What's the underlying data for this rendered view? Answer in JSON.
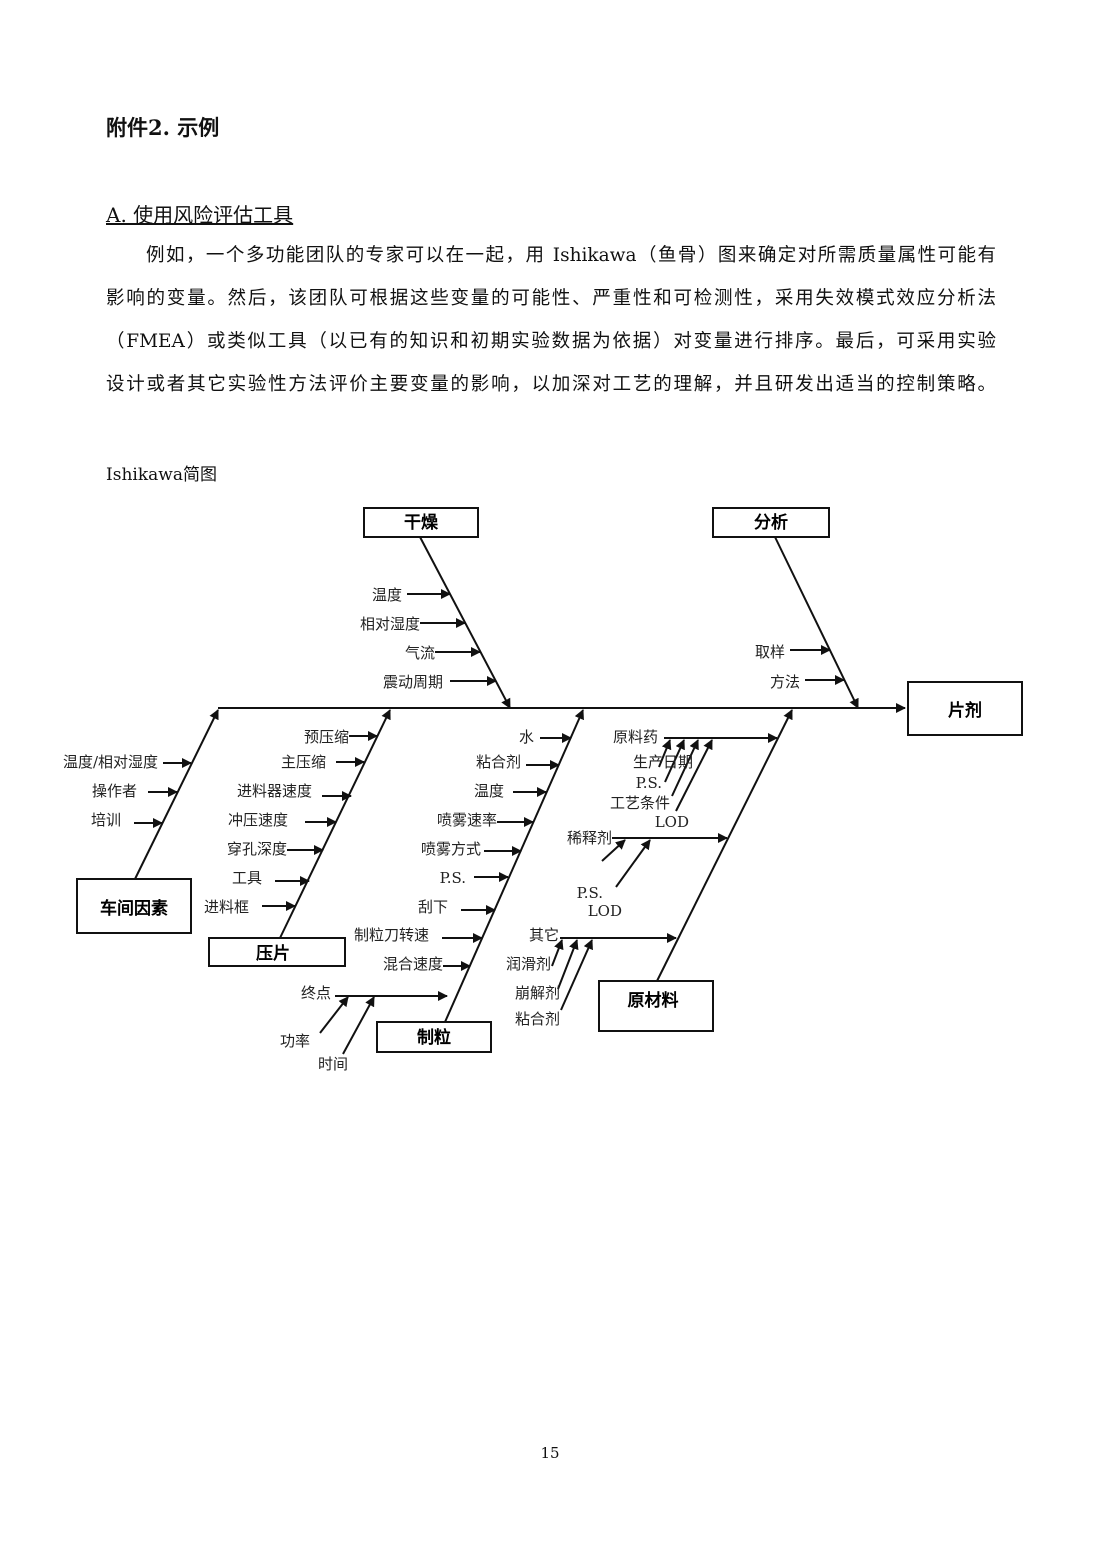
{
  "title": "附件2. 示例",
  "section_heading": "A. 使用风险评估工具",
  "paragraph_lines": [
    "例如，一个多功能团队的专家可以在一起，用 Ishikawa（鱼骨）图来确定对所需质量属性可能有",
    "影响的变量。然后，该团队可根据这些变量的可能性、严重性和可检测性，采用失效模式效应分析法",
    "（FMEA）或类似工具（以已有的知识和初期实验数据为依据）对变量进行排序。最后，可采用实验",
    "设计或者其它实验性方法评价主要变量的影响，以加深对工艺的理解，并且研发出适当的控制策略。"
  ],
  "diagram_caption": "Ishikawa简图",
  "diagram": {
    "effect": "片剂",
    "categories": {
      "drying": {
        "label": "干燥",
        "causes": [
          "温度",
          "相对湿度",
          "气流",
          "震动周期"
        ]
      },
      "analysis": {
        "label": "分析",
        "causes": [
          "取样",
          "方法"
        ]
      },
      "plant": {
        "label": "车间因素",
        "causes": [
          "温度/相对湿度",
          "操作者",
          "培训"
        ]
      },
      "compression": {
        "label": "压片",
        "causes": [
          "预压缩",
          "主压缩",
          "进料器速度",
          "冲压速度",
          "穿孔深度",
          "工具",
          "进料框"
        ]
      },
      "granulation": {
        "label": "制粒",
        "causes": [
          "水",
          "粘合剂",
          "温度",
          "喷雾速率",
          "喷雾方式",
          "P.S.",
          "刮下",
          "制粒刀转速",
          "混合速度",
          "终点"
        ],
        "endpoint_subcauses": [
          "功率",
          "时间"
        ]
      },
      "raw_materials": {
        "label": "原材料",
        "causes": [
          "原料药",
          "稀释剂",
          "其它"
        ],
        "api_subcauses": [
          "生产日期",
          "P.S.",
          "工艺条件",
          "LOD"
        ],
        "diluent_subcauses": [
          "P.S.",
          "LOD"
        ],
        "other_subcauses": [
          "润滑剂",
          "崩解剂",
          "粘合剂"
        ]
      }
    }
  },
  "page_number": "15"
}
